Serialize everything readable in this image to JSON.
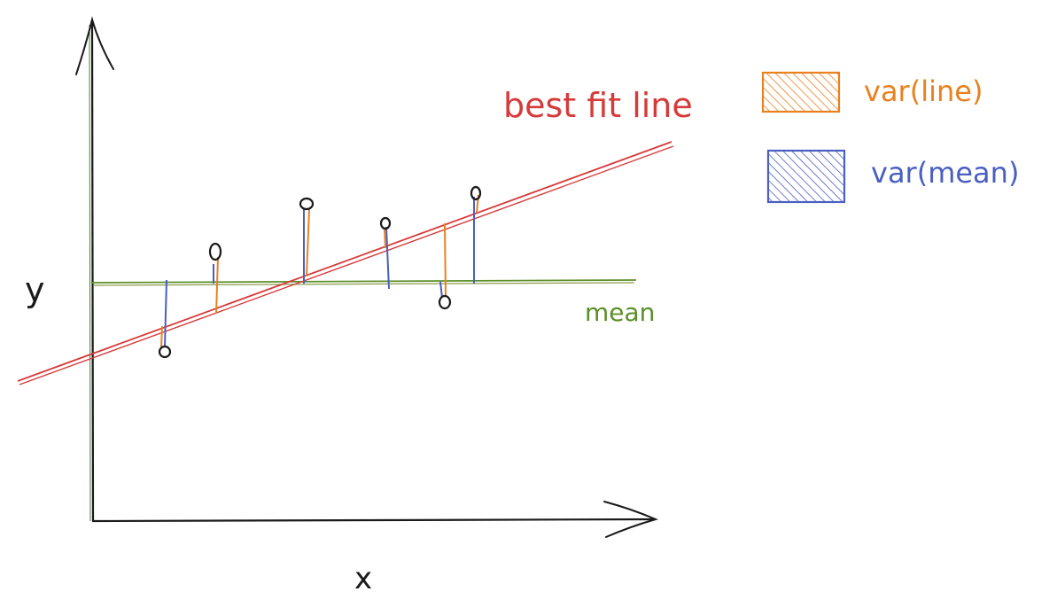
{
  "labels": {
    "y_axis": "y",
    "x_axis": "x",
    "best_fit": "best fit line",
    "mean": "mean"
  },
  "legend": [
    {
      "label": "var(line)",
      "color": "#e8811f"
    },
    {
      "label": "var(mean)",
      "color": "#4a5fc1"
    }
  ],
  "colors": {
    "axis": "#1a1a1a",
    "best_fit": "#d63b3b",
    "mean": "#5c8f2a",
    "var_line": "#e8811f",
    "var_mean": "#4a5fc1",
    "points": "#1a1a1a"
  }
}
